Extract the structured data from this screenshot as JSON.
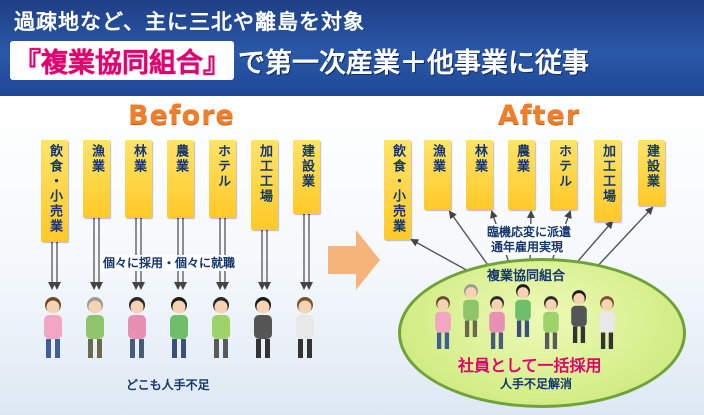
{
  "header": {
    "line1": "過疎地など、主に三北や離島を対象",
    "highlight": "『複業協同組合』",
    "line2_rest": "で第一次産業＋他事業に従事"
  },
  "before": {
    "title": "Before",
    "industries": [
      "飲食・小売業",
      "漁業",
      "林業",
      "農業",
      "ホテル",
      "加工工場",
      "建設業"
    ],
    "note": "個々に採用・個々に就職",
    "footer": "どこも人手不足"
  },
  "after": {
    "title": "After",
    "industries": [
      "飲食・小売業",
      "漁業",
      "林業",
      "農業",
      "ホテル",
      "加工工場",
      "建設業"
    ],
    "note_line1": "臨機応変に派遣",
    "note_line2": "通年雇用実現",
    "coop": "複業協同組合",
    "bulk": "社員として一括採用",
    "resolved": "人手不足解消"
  },
  "colors": {
    "header_blue": "#2a58a8",
    "highlight_pink": "#e0006e",
    "phase_orange": "#ef7f2d",
    "industry_yellow": "#ffd23f",
    "ellipse_green": "#d6ef8c"
  }
}
